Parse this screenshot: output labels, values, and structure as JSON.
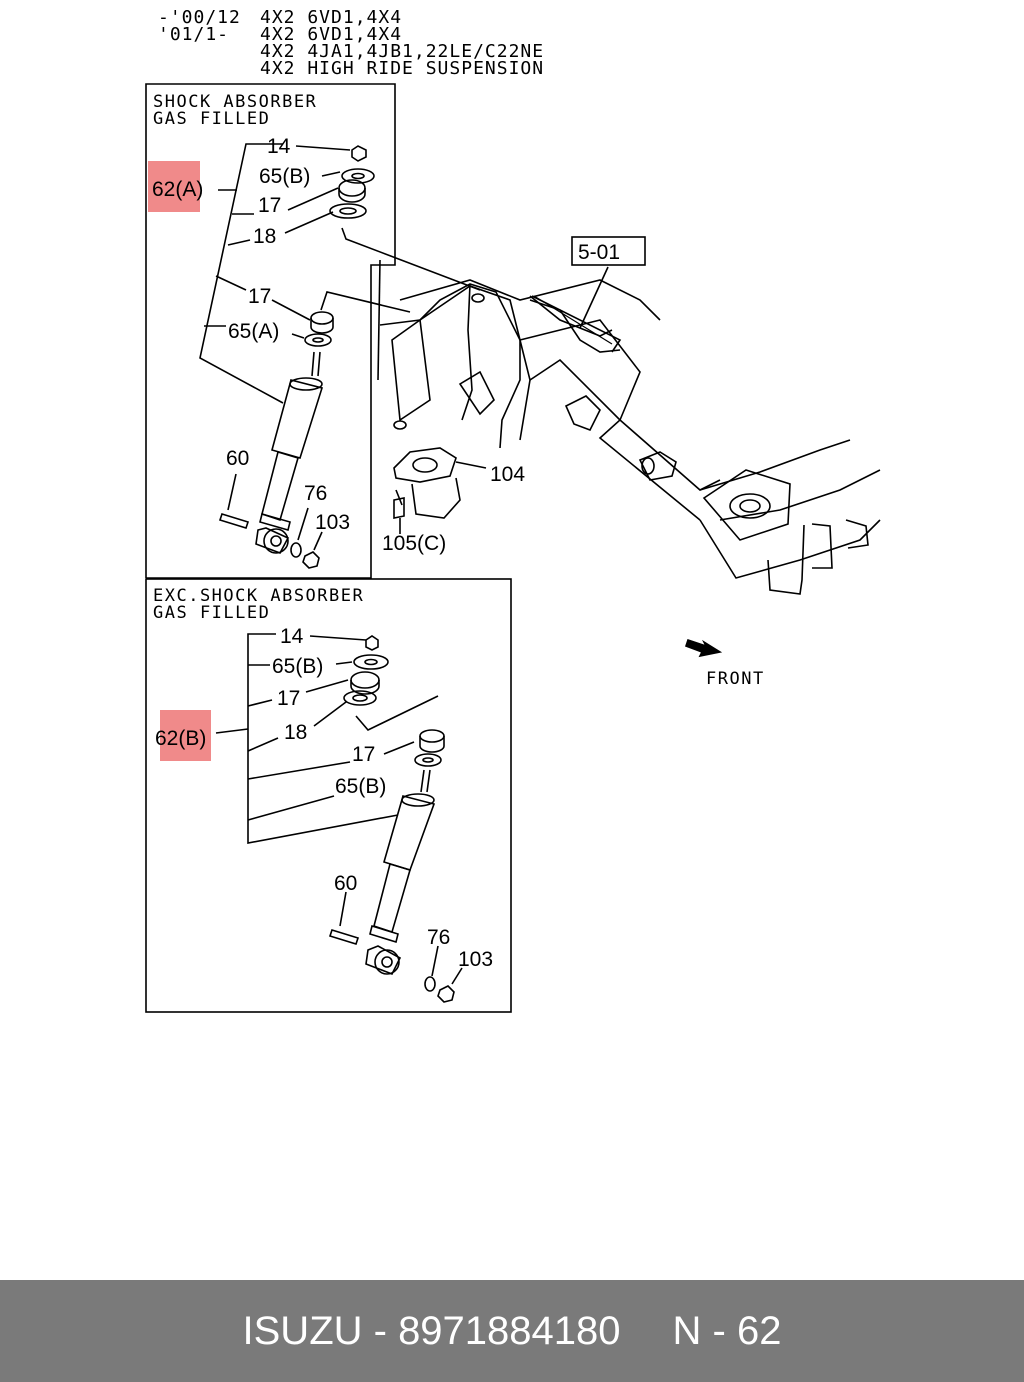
{
  "header": {
    "line1_date": "-'00/12",
    "line1_desc": "4X2 6VD1,4X4",
    "line2_date": "'01/1-",
    "line2_desc": "4X2 6VD1,4X4",
    "line3_desc": "4X2 4JA1,4JB1,22LE/C22NE",
    "line4_desc": "4X2 HIGH RIDE SUSPENSION"
  },
  "box_a": {
    "title_line1": "SHOCK ABSORBER",
    "title_line2": "GAS FILLED",
    "labels": {
      "nut_top": "14",
      "washer_top": "65(B)",
      "assembly": "62(A)",
      "bushing_top": "17",
      "washer_mid": "18",
      "bushing_bottom": "17",
      "washer_bottom": "65(A)",
      "bolt": "60",
      "washer_lower": "76",
      "nut_lower": "103"
    }
  },
  "box_b": {
    "title_line1": "EXC.SHOCK ABSORBER",
    "title_line2": "GAS FILLED",
    "labels": {
      "nut_top": "14",
      "washer_top": "65(B)",
      "bushing_top": "17",
      "assembly": "62(B)",
      "washer_mid": "18",
      "bushing_bottom": "17",
      "washer_bottom": "65(B)",
      "bolt": "60",
      "washer_lower": "76",
      "nut_lower": "103"
    }
  },
  "frame": {
    "ref_box": "5-01",
    "bracket": "104",
    "bolt": "105(C)",
    "direction": "FRONT"
  },
  "footer": {
    "part_text": "ISUZU - 8971884180",
    "page_text": "N - 62"
  },
  "colors": {
    "highlight": "#f08a8a",
    "footer_bg": "#7a7a7a",
    "footer_text": "#ffffff"
  }
}
